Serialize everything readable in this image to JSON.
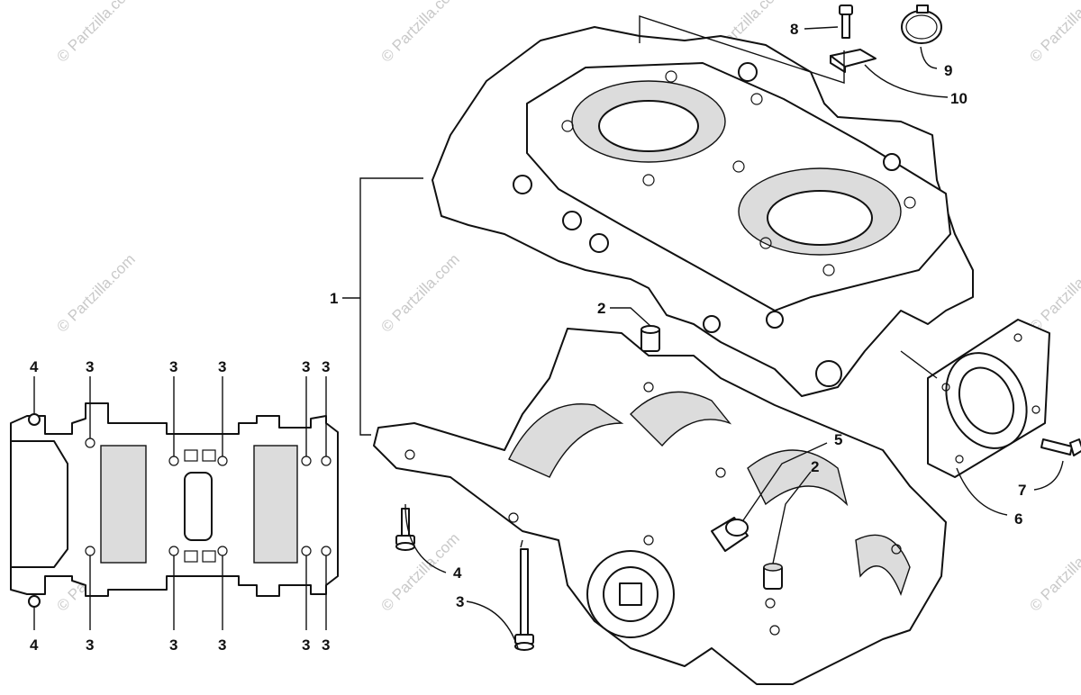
{
  "diagram": {
    "callouts": {
      "c1": "1",
      "c2a": "2",
      "c2b": "2",
      "c4a": "4",
      "c3a": "3",
      "c5": "5",
      "c6": "6",
      "c7": "7",
      "c8": "8",
      "c9": "9",
      "c10": "10",
      "left_top": [
        "4",
        "3",
        "3",
        "3",
        "3",
        "3"
      ],
      "left_bottom": [
        "4",
        "3",
        "3",
        "3",
        "3",
        "3"
      ]
    },
    "watermark": "© Partzilla.com"
  }
}
